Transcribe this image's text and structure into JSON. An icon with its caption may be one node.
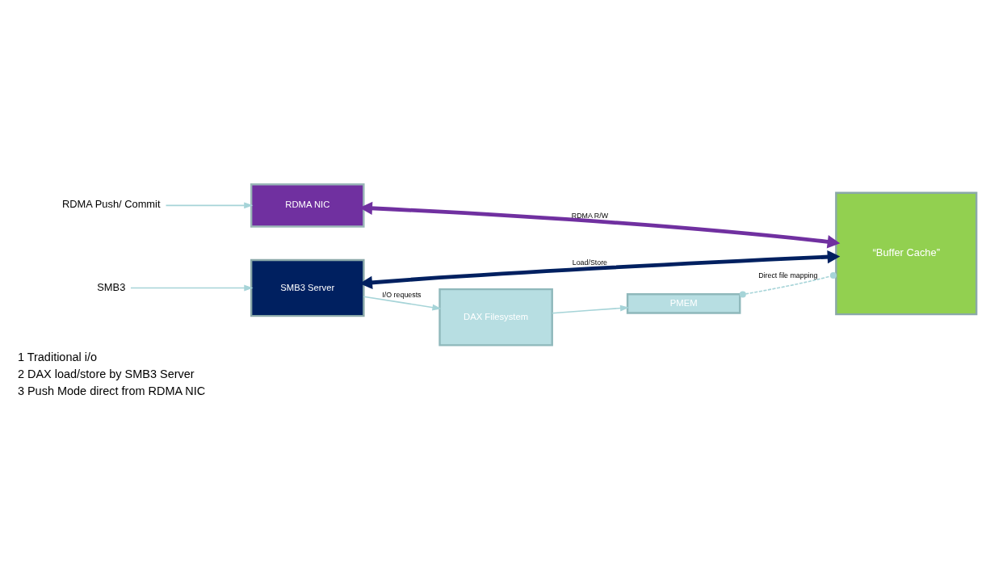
{
  "diagram": {
    "nodes": [
      {
        "text": [
          "RDMA Push/ Commit"
        ]
      },
      {
        "text": [
          "RDMA NIC"
        ]
      },
      {
        "text": [
          "“Buffer Cache”"
        ]
      },
      {
        "text": [
          "SMB3"
        ]
      },
      {
        "text": [
          "SMB3 Server"
        ]
      },
      {
        "text": [
          "DAX Filesystem"
        ]
      },
      {
        "text": [
          "PMEM"
        ]
      }
    ],
    "edges": [
      {
        "from": 0,
        "to": 1,
        "arrow": "to"
      },
      {
        "from": 1,
        "to": 2,
        "arrow": "both",
        "label": "RDMA R/W",
        "style": "thick",
        "color": "#7030a0"
      },
      {
        "from": 3,
        "to": 4,
        "arrow": "to"
      },
      {
        "from": 4,
        "to": 2,
        "arrow": "both",
        "label": "Load/Store",
        "style": "thick",
        "color": "#002060"
      },
      {
        "from": 4,
        "to": 5,
        "arrow": "to",
        "label": "I/O requests"
      },
      {
        "from": 5,
        "to": 6,
        "arrow": "to"
      },
      {
        "from": 6,
        "to": 2,
        "arrow": "other",
        "label": "Direct file mapping",
        "style": "dashed"
      }
    ],
    "labels": [
      "1 Traditional i/o",
      "2 DAX load/store by SMB3 Server",
      "3 Push Mode direct from RDMA NIC"
    ]
  }
}
